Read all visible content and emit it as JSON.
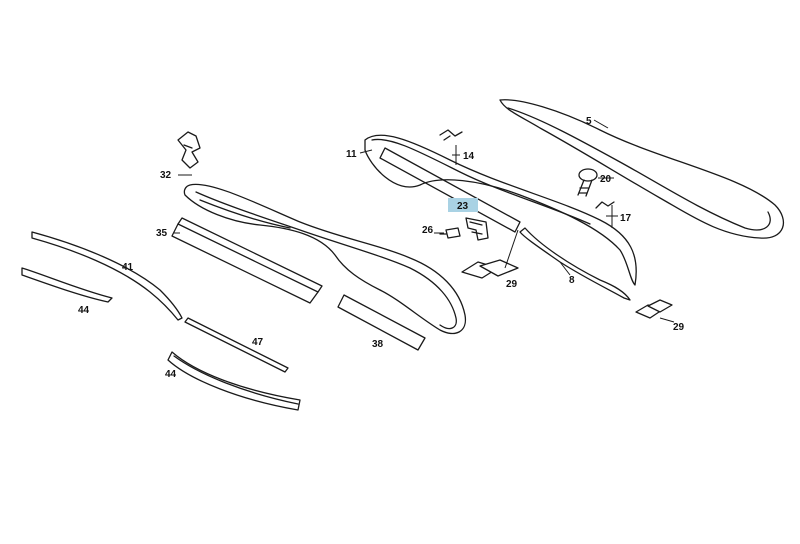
{
  "colors": {
    "line": "#1a1a1a",
    "highlight": "#a9d2e4",
    "background": "#ffffff"
  },
  "callouts": {
    "c5": "5",
    "c11": "11",
    "c14": "14",
    "c20": "20",
    "c17": "17",
    "c23": "23",
    "c26": "26",
    "c29a": "29",
    "c8": "8",
    "c29b": "29",
    "c32": "32",
    "c35": "35",
    "c41": "41",
    "c44a": "44",
    "c47": "47",
    "c44b": "44",
    "c38": "38"
  },
  "highlighted_part": "23"
}
